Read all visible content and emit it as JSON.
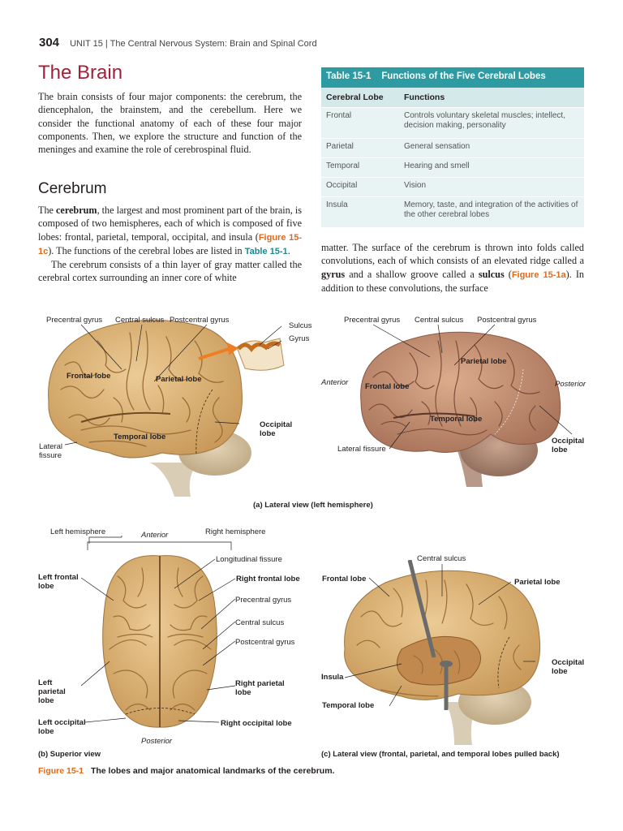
{
  "header": {
    "page_number": "304",
    "running_title": "UNIT 15 | The Central Nervous System: Brain and Spinal Cord"
  },
  "section_title": "The Brain",
  "intro_paragraph": "The brain consists of four major components: the cerebrum, the diencephalon, the brainstem, and the cerebellum. Here we consider the functional anatomy of each of these four major components. Then, we explore the structure and function of the meninges and examine the role of cerebrospinal fluid.",
  "subsection_title": "Cerebrum",
  "cerebrum_paragraph": {
    "p1_a": "The ",
    "p1_term": "cerebrum",
    "p1_b": ", the largest and most prominent part of the brain, is composed of two hemispheres, each of which is composed of five lobes: frontal, parietal, temporal, occipital, and insula (",
    "p1_ref1": "Figure 15-1c",
    "p1_c": "). The functions of the cerebral lobes are listed in ",
    "p1_ref2": "Table 15-1",
    "p1_d": ".",
    "p2": "The cerebrum consists of a thin layer of gray matter called the cerebral cortex surrounding an inner core of white"
  },
  "right_paragraph": {
    "a": "matter. The surface of the cerebrum is thrown into folds called convolutions, each of which consists of an elevated ridge called a ",
    "term1": "gyrus",
    "b": " and a shallow groove called a ",
    "term2": "sulcus",
    "c": " (",
    "ref": "Figure 15-1a",
    "d": "). In addition to these convolutions, the surface"
  },
  "table": {
    "caption_number": "Table 15-1",
    "caption_title": "Functions of the Five Cerebral Lobes",
    "headers": [
      "Cerebral Lobe",
      "Functions"
    ],
    "rows": [
      [
        "Frontal",
        "Controls voluntary skeletal muscles; intellect, decision making, personality"
      ],
      [
        "Parietal",
        "General sensation"
      ],
      [
        "Temporal",
        "Hearing and smell"
      ],
      [
        "Occipital",
        "Vision"
      ],
      [
        "Insula",
        "Memory, taste, and integration of the activities of the other cerebral lobes"
      ]
    ]
  },
  "figure_a": {
    "left_labels": {
      "precentral": "Precentral gyrus",
      "central": "Central sulcus",
      "postcentral": "Postcentral gyrus",
      "sulcus": "Sulcus",
      "gyrus": "Gyrus",
      "frontal": "Frontal lobe",
      "parietal": "Parietal lobe",
      "temporal": "Temporal lobe",
      "occipital": "Occipital lobe",
      "lateral_fissure": "Lateral fissure"
    },
    "right_labels": {
      "precentral": "Precentral gyrus",
      "central": "Central sulcus",
      "postcentral": "Postcentral gyrus",
      "parietal": "Parietal lobe",
      "anterior": "Anterior",
      "posterior": "Posterior",
      "frontal": "Frontal lobe",
      "temporal": "Temporal lobe",
      "occipital": "Occipital lobe",
      "lateral_fissure": "Lateral fissure"
    },
    "caption": "(a) Lateral view (left hemisphere)"
  },
  "figure_b": {
    "left_hemisphere": "Left hemisphere",
    "anterior": "Anterior",
    "right_hemisphere": "Right hemisphere",
    "longitudinal_fissure": "Longitudinal fissure",
    "left_frontal": "Left frontal lobe",
    "right_frontal": "Right frontal lobe",
    "precentral": "Precentral gyrus",
    "central": "Central sulcus",
    "postcentral": "Postcentral gyrus",
    "left_parietal": "Left parietal lobe",
    "right_parietal": "Right parietal lobe",
    "left_occipital": "Left occipital lobe",
    "right_occipital": "Right occipital lobe",
    "posterior": "Posterior",
    "caption": "(b) Superior view"
  },
  "figure_c": {
    "central": "Central sulcus",
    "frontal": "Frontal lobe",
    "parietal": "Parietal lobe",
    "occipital": "Occipital lobe",
    "insula": "Insula",
    "temporal": "Temporal lobe",
    "caption": "(c) Lateral view (frontal, parietal, and temporal lobes pulled back)"
  },
  "figure_caption": {
    "number": "Figure 15-1",
    "text": "The lobes and major anatomical landmarks of the cerebrum."
  },
  "colors": {
    "title_red": "#a3203a",
    "teal": "#2e9aa1",
    "orange": "#e06a1b",
    "brain_tan": "#dcb57d",
    "brain_real": "#c48f72"
  }
}
